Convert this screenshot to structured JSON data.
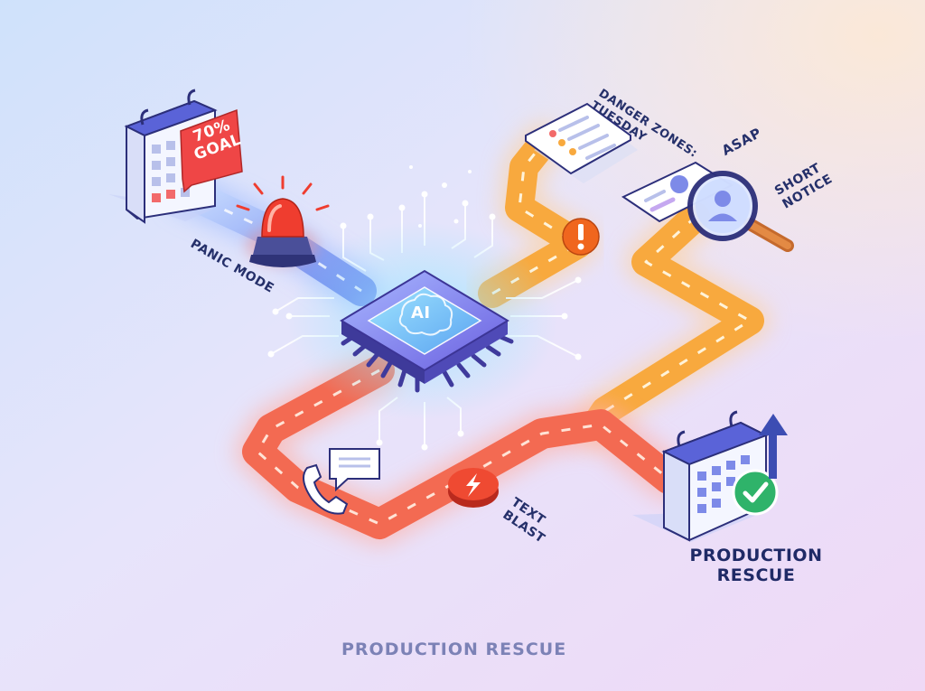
{
  "labels": {
    "goal": "70%\nGOAL",
    "panic_mode": "PANIC MODE",
    "danger_zones": "DANGER ZONES:\nTUESDAY",
    "asap": "ASAP",
    "short_notice": "SHORT\nNOTICE",
    "ai": "AI",
    "text_blast": "TEXT\nBLAST",
    "production_rescue": "PRODUCTION\nRESCUE",
    "footer": "PRODUCTION RESCUE"
  },
  "icons": {
    "calendar_goal": "calendar-goal-icon",
    "siren": "alarm-siren-icon",
    "checklist": "checklist-doc-icon",
    "warning": "exclamation-warning-icon",
    "profile_card": "profile-card-icon",
    "magnifier": "magnifier-icon",
    "chip": "ai-chip-icon",
    "phone": "phone-icon",
    "chat": "chat-bubble-icon",
    "bolt": "lightning-bolt-icon",
    "calendar_check": "calendar-check-icon",
    "up_arrow": "up-arrow-icon"
  },
  "colors": {
    "blue_path": "#6f8ff5",
    "orange_path": "#f9a63c",
    "red_path": "#f35d56",
    "chip": "#5a63d8",
    "check": "#2fb36a",
    "alarm": "#f04a3a"
  }
}
